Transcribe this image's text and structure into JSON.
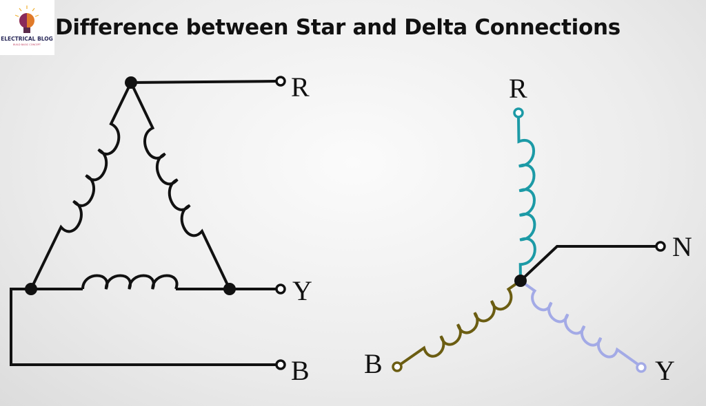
{
  "logo": {
    "name": "ELECTRICAL BLOG",
    "tagline": "BUILD BASIC CONCEPT"
  },
  "title": "Difference between Star and Delta Connections",
  "delta": {
    "labels": {
      "r": "R",
      "y": "Y",
      "b": "B"
    }
  },
  "star": {
    "labels": {
      "r": "R",
      "n": "N",
      "y": "Y",
      "b": "B"
    },
    "colors": {
      "r": "#1c9aa6",
      "y": "#a3aae6",
      "b": "#6b5d12",
      "n": "#111111"
    }
  }
}
